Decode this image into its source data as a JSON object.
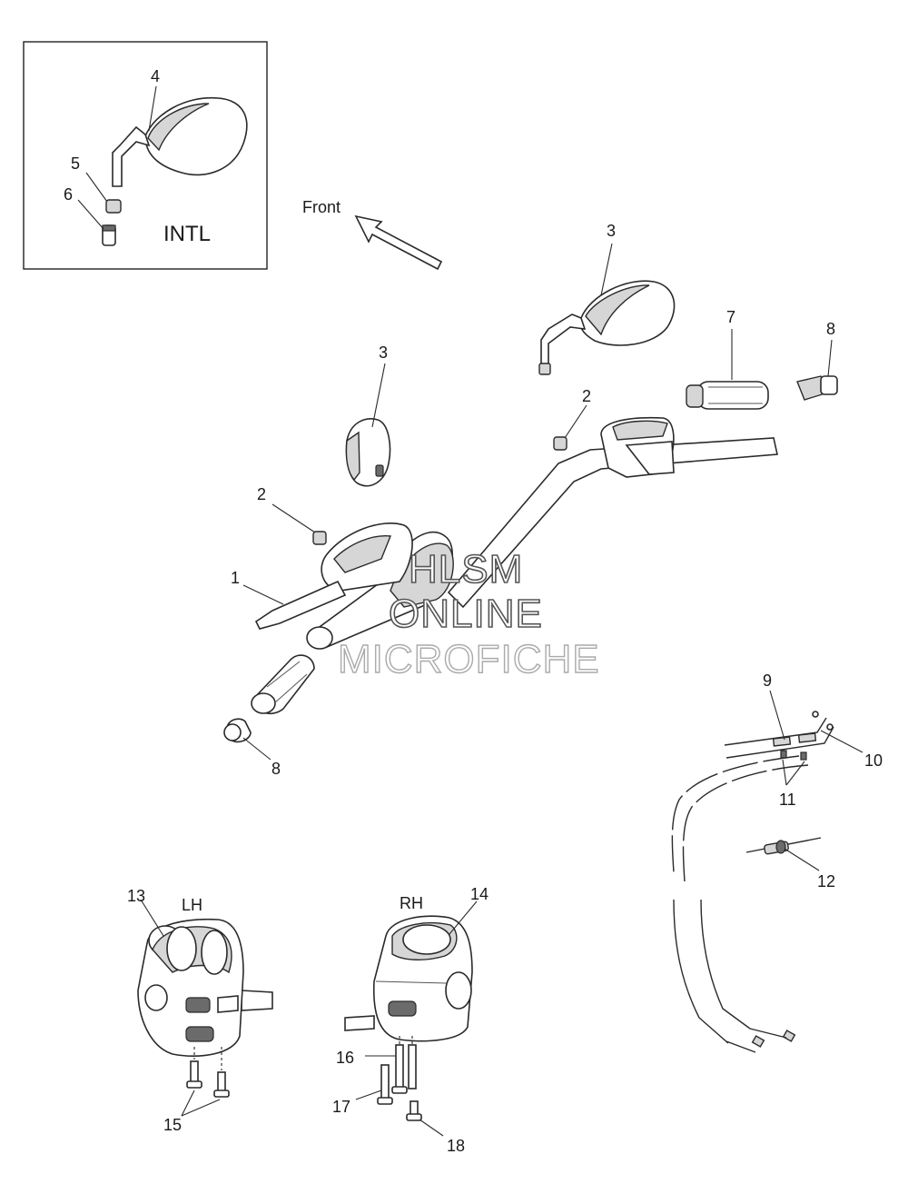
{
  "inset": {
    "label": "INTL"
  },
  "direction": {
    "label": "Front"
  },
  "sides": {
    "left": "LH",
    "right": "RH"
  },
  "watermark": {
    "line1": "HLSM",
    "line2": "ONLINE",
    "line3": "MICROFICHE"
  },
  "callouts": {
    "n1": "1",
    "n2a": "2",
    "n2b": "2",
    "n3a": "3",
    "n3b": "3",
    "n4": "4",
    "n5": "5",
    "n6": "6",
    "n7": "7",
    "n8a": "8",
    "n8b": "8",
    "n9": "9",
    "n10": "10",
    "n11": "11",
    "n12": "12",
    "n13": "13",
    "n14": "14",
    "n15": "15",
    "n16": "16",
    "n17": "17",
    "n18": "18"
  }
}
